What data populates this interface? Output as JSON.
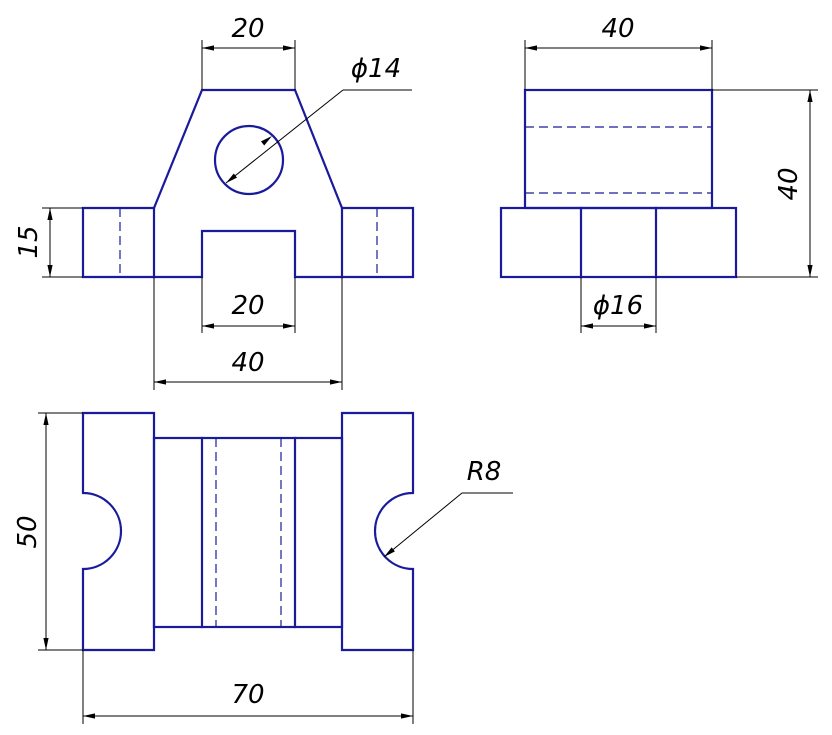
{
  "colors": {
    "object_line": "#1a1a9c",
    "dimension_line": "#000000",
    "background": "#ffffff"
  },
  "views": {
    "front": {
      "dims": {
        "top_width": "20",
        "hole_diameter": "ϕ14",
        "base_height": "15",
        "slot_width": "20",
        "body_width": "40"
      }
    },
    "side": {
      "dims": {
        "width": "40",
        "height": "40",
        "hole_diameter": "ϕ16"
      }
    },
    "top": {
      "dims": {
        "depth": "50",
        "length": "70",
        "notch_radius": "R8"
      }
    }
  }
}
